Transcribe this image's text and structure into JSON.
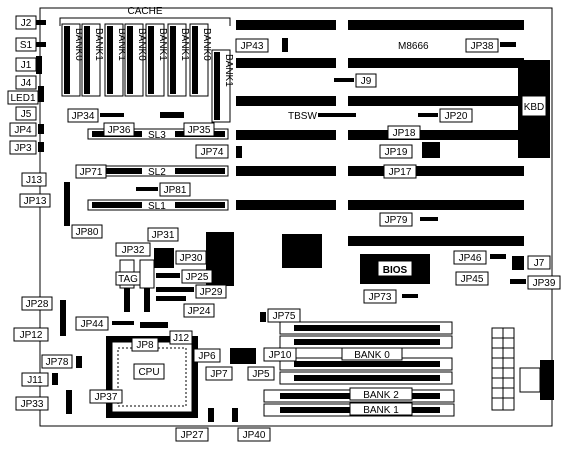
{
  "labels": {
    "cache": "CACHE",
    "m8666": "M8666",
    "kbd": "KBD",
    "bios": "BIOS",
    "tbsw": "TBSW",
    "sl1": "SL1",
    "sl2": "SL2",
    "sl3": "SL3",
    "tag": "TAG",
    "cpu": "CPU",
    "bank0_mem": "BANK 0",
    "bank1_mem": "BANK 1",
    "bank2_mem": "BANK 2",
    "cache_bank_0": "BANK0",
    "cache_bank_1": "BANK1"
  },
  "jumpers": {
    "j2": "J2",
    "s1": "S1",
    "j1": "J1",
    "j4": "J4",
    "led1": "LED1",
    "j5": "J5",
    "jp4": "JP4",
    "jp3": "JP3",
    "j13": "J13",
    "jp13": "JP13",
    "jp80": "JP80",
    "jp71": "JP71",
    "jp81": "JP81",
    "jp34": "JP34",
    "jp36": "JP36",
    "jp35": "JP35",
    "jp43": "JP43",
    "jp38": "JP38",
    "j9": "J9",
    "jp20": "JP20",
    "jp18": "JP18",
    "jp74": "JP74",
    "jp19": "JP19",
    "jp17": "JP17",
    "jp79": "JP79",
    "jp31": "JP31",
    "jp32": "JP32",
    "jp30": "JP30",
    "jp25": "JP25",
    "jp29": "JP29",
    "jp24": "JP24",
    "jp46": "JP46",
    "j7": "J7",
    "jp45": "JP45",
    "jp39": "JP39",
    "jp73": "JP73",
    "jp28": "JP28",
    "jp12": "JP12",
    "jp44": "JP44",
    "j12": "J12",
    "jp8": "JP8",
    "jp75": "JP75",
    "jp6": "JP6",
    "jp10": "JP10",
    "jp7": "JP7",
    "jp5": "JP5",
    "jp78": "JP78",
    "j11": "J11",
    "jp33": "JP33",
    "jp37": "JP37",
    "jp27": "JP27",
    "jp40": "JP40"
  }
}
